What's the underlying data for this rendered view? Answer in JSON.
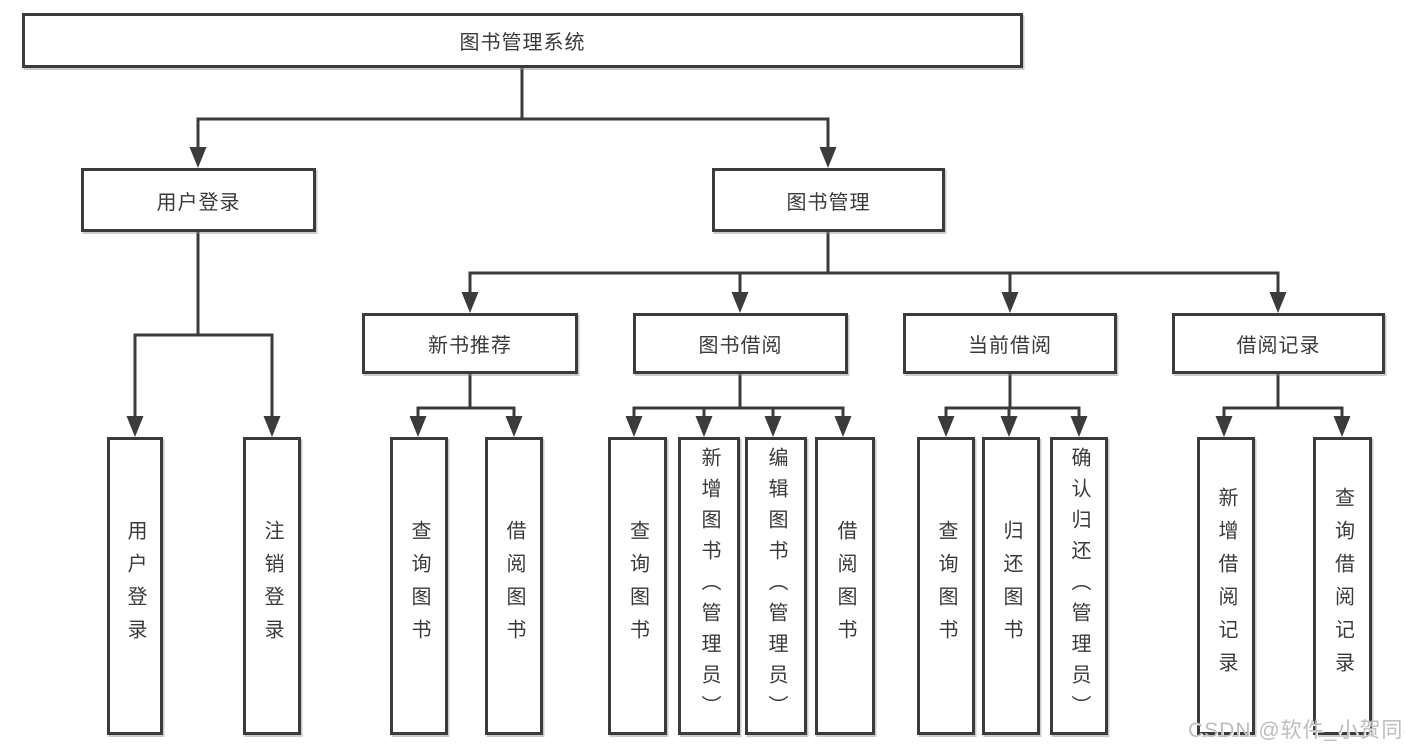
{
  "diagram": {
    "root": {
      "label": "图书管理系统"
    },
    "level2": [
      {
        "label": "用户登录"
      },
      {
        "label": "图书管理"
      }
    ],
    "level3": [
      {
        "label": "新书推荐"
      },
      {
        "label": "图书借阅"
      },
      {
        "label": "当前借阅"
      },
      {
        "label": "借阅记录"
      }
    ],
    "leaves": {
      "login": [
        {
          "label": "用户登录"
        },
        {
          "label": "注销登录"
        }
      ],
      "newbook": [
        {
          "label": "查询图书"
        },
        {
          "label": "借阅图书"
        }
      ],
      "borrow": [
        {
          "label": "查询图书"
        },
        {
          "label": "新增图书（管理员）"
        },
        {
          "label": "编辑图书（管理员）"
        },
        {
          "label": "借阅图书"
        }
      ],
      "current": [
        {
          "label": "查询图书"
        },
        {
          "label": "归还图书"
        },
        {
          "label": "确认归还（管理员）"
        }
      ],
      "records": [
        {
          "label": "新增借阅记录"
        },
        {
          "label": "查询借阅记录"
        }
      ]
    },
    "watermark": "CSDN @软件_小贺同学",
    "colors": {
      "line": "#3b3b3b",
      "text": "#3a3a3a",
      "watermark": "#bdbdbd",
      "background": "#ffffff"
    }
  }
}
